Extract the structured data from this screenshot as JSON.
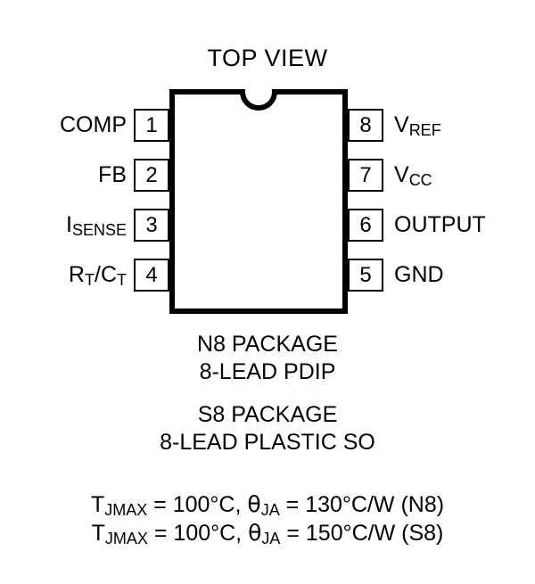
{
  "figure": {
    "title": "TOP VIEW",
    "ink_color": "#000000",
    "background_color": "#ffffff"
  },
  "package": {
    "notch": "semicircle-notch",
    "lead_count": 8
  },
  "pins": {
    "left": [
      {
        "number": "1",
        "name_base": "COMP",
        "name_sub": ""
      },
      {
        "number": "2",
        "name_base": "FB",
        "name_sub": ""
      },
      {
        "number": "3",
        "name_base": "I",
        "name_sub": "SENSE"
      },
      {
        "number": "4",
        "name_base": "",
        "name_sub": ""
      }
    ],
    "right": [
      {
        "number": "8",
        "name_base": "V",
        "name_sub": "REF"
      },
      {
        "number": "7",
        "name_base": "V",
        "name_sub": "CC"
      },
      {
        "number": "6",
        "name_base": "OUTPUT",
        "name_sub": ""
      },
      {
        "number": "5",
        "name_base": "GND",
        "name_sub": ""
      }
    ],
    "pin4_label": {
      "r": "R",
      "r_sub": "T",
      "slash": "/",
      "c": "C",
      "c_sub": "T"
    }
  },
  "captions": {
    "n8_line1": "N8 PACKAGE",
    "n8_line2": "8-LEAD PDIP",
    "s8_line1": "S8 PACKAGE",
    "s8_line2": "8-LEAD PLASTIC SO"
  },
  "thermal": {
    "line1": {
      "t_base": "T",
      "t_sub": "JMAX",
      "eq1": " = 100°C, ",
      "theta": "θ",
      "theta_sub": "JA",
      "eq2": " = 130°C/W (N8)"
    },
    "line2": {
      "t_base": "T",
      "t_sub": "JMAX",
      "eq1": " = 100°C, ",
      "theta": "θ",
      "theta_sub": "JA",
      "eq2": " = 150°C/W (S8)"
    }
  }
}
